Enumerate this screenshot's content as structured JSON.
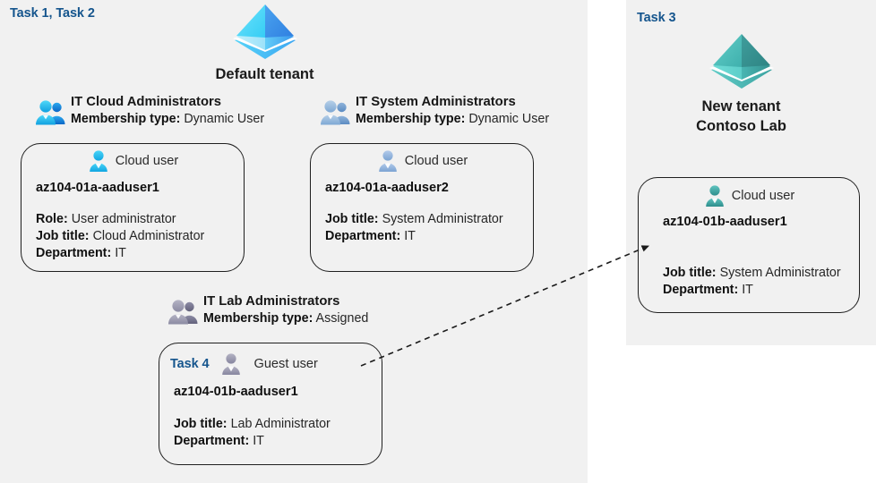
{
  "panels": {
    "left": {
      "task_label": "Task 1, Task 2"
    },
    "right": {
      "task_label": "Task 3"
    }
  },
  "tenants": [
    {
      "icon": "azure-tenant-pyramid-icon",
      "color": "#3fa9f5",
      "name_line1": "Default tenant",
      "name_line2": ""
    },
    {
      "icon": "azure-tenant-pyramid-icon",
      "color": "#46b3ad",
      "name_line1": "New  tenant",
      "name_line2": "Contoso Lab"
    }
  ],
  "groups": [
    {
      "icon": "group-users-icon",
      "title": "IT Cloud Administrators",
      "membership_key": "Membership type:",
      "membership_value": "Dynamic User",
      "color": "#2bb8ef"
    },
    {
      "icon": "group-users-icon",
      "title": "IT System Administrators",
      "membership_key": "Membership type:",
      "membership_value": "Dynamic User",
      "color": "#8fb4dc"
    },
    {
      "icon": "group-users-icon",
      "title": "IT Lab Administrators",
      "membership_key": "Membership type:",
      "membership_value": "Assigned",
      "color": "#9795ab"
    }
  ],
  "cards": [
    {
      "id": "card-aaduser1-default",
      "task_label": "",
      "user_icon": "cloud-user-icon",
      "user_icon_color": "#2bb8ef",
      "user_type": "Cloud user",
      "username": "az104-01a-aaduser1",
      "attributes": [
        {
          "key": "Role:",
          "value": "User administrator"
        },
        {
          "key": "Job title:",
          "value": "Cloud Administrator"
        },
        {
          "key": "Department:",
          "value": "IT"
        }
      ]
    },
    {
      "id": "card-aaduser2-default",
      "task_label": "",
      "user_icon": "cloud-user-icon",
      "user_icon_color": "#8fb4dc",
      "user_type": "Cloud user",
      "username": "az104-01a-aaduser2",
      "attributes": [
        {
          "key": "Job title:",
          "value": "System Administrator"
        },
        {
          "key": "Department:",
          "value": "IT"
        }
      ]
    },
    {
      "id": "card-guest-aaduser1",
      "task_label": "Task 4",
      "user_icon": "guest-user-icon",
      "user_icon_color": "#9795ab",
      "user_type": "Guest user",
      "username": "az104-01b-aaduser1",
      "attributes": [
        {
          "key": "Job title:",
          "value": "Lab Administrator"
        },
        {
          "key": "Department:",
          "value": "IT"
        }
      ]
    },
    {
      "id": "card-aaduser1-contoso",
      "task_label": "",
      "user_icon": "cloud-user-icon",
      "user_icon_color": "#3fa39e",
      "user_type": "Cloud user",
      "username": "az104-01b-aaduser1",
      "attributes": [
        {
          "key": "Job title:",
          "value": "System Administrator"
        },
        {
          "key": "Department:",
          "value": "IT"
        }
      ]
    }
  ],
  "connector": {
    "name": "guest-invite-dashed-arrow",
    "style": "dashed",
    "color": "#1a1a1a"
  },
  "theme": {
    "panel_bg": "#f1f1f1",
    "page_bg": "#ffffff",
    "task_color": "#15558d",
    "card_border": "#1f1f1f"
  }
}
